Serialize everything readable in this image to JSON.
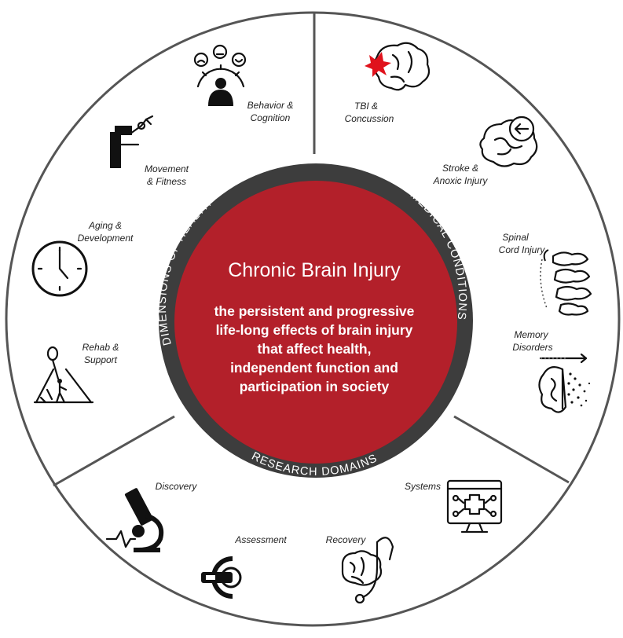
{
  "center": {
    "title": "Chronic Brain Injury",
    "subtitle_lines": [
      "the persistent and progressive",
      "life-long effects of brain injury",
      "that affect health,",
      "independent function and",
      "participation in society"
    ]
  },
  "ring": {
    "left": "DIMENSIONS OF HEALTH",
    "right": "MEDICAL CONDITIONS",
    "bottom": "RESEARCH DOMAINS"
  },
  "sections": {
    "dimensions_of_health": [
      {
        "label_lines": [
          "Behavior &",
          "Cognition"
        ],
        "icon": "emotion-meter-icon"
      },
      {
        "label_lines": [
          "Movement",
          "& Fitness"
        ],
        "icon": "robotic-arm-icon"
      },
      {
        "label_lines": [
          "Aging &",
          "Development"
        ],
        "icon": "clock-icon"
      },
      {
        "label_lines": [
          "Rehab &",
          "Support"
        ],
        "icon": "walking-person-balloon-icon"
      }
    ],
    "medical_conditions": [
      {
        "label_lines": [
          "TBI &",
          "Concussion"
        ],
        "icon": "brain-impact-icon"
      },
      {
        "label_lines": [
          "Stroke &",
          "Anoxic Injury"
        ],
        "icon": "brain-clot-icon"
      },
      {
        "label_lines": [
          "Spinal",
          "Cord Injury"
        ],
        "icon": "spine-icon"
      },
      {
        "label_lines": [
          "Memory",
          "Disorders"
        ],
        "icon": "brain-fading-icon"
      }
    ],
    "research_domains": [
      {
        "label_lines": [
          "Discovery"
        ],
        "icon": "microscope-icon"
      },
      {
        "label_lines": [
          "Assessment"
        ],
        "icon": "mri-scanner-icon"
      },
      {
        "label_lines": [
          "Recovery"
        ],
        "icon": "brain-stethoscope-icon"
      },
      {
        "label_lines": [
          "Systems"
        ],
        "icon": "medical-monitor-icon"
      }
    ]
  },
  "colors": {
    "core": "#b3202a",
    "ring": "#3d3d3d",
    "outline": "#555555",
    "accent_red": "#e0121c"
  }
}
